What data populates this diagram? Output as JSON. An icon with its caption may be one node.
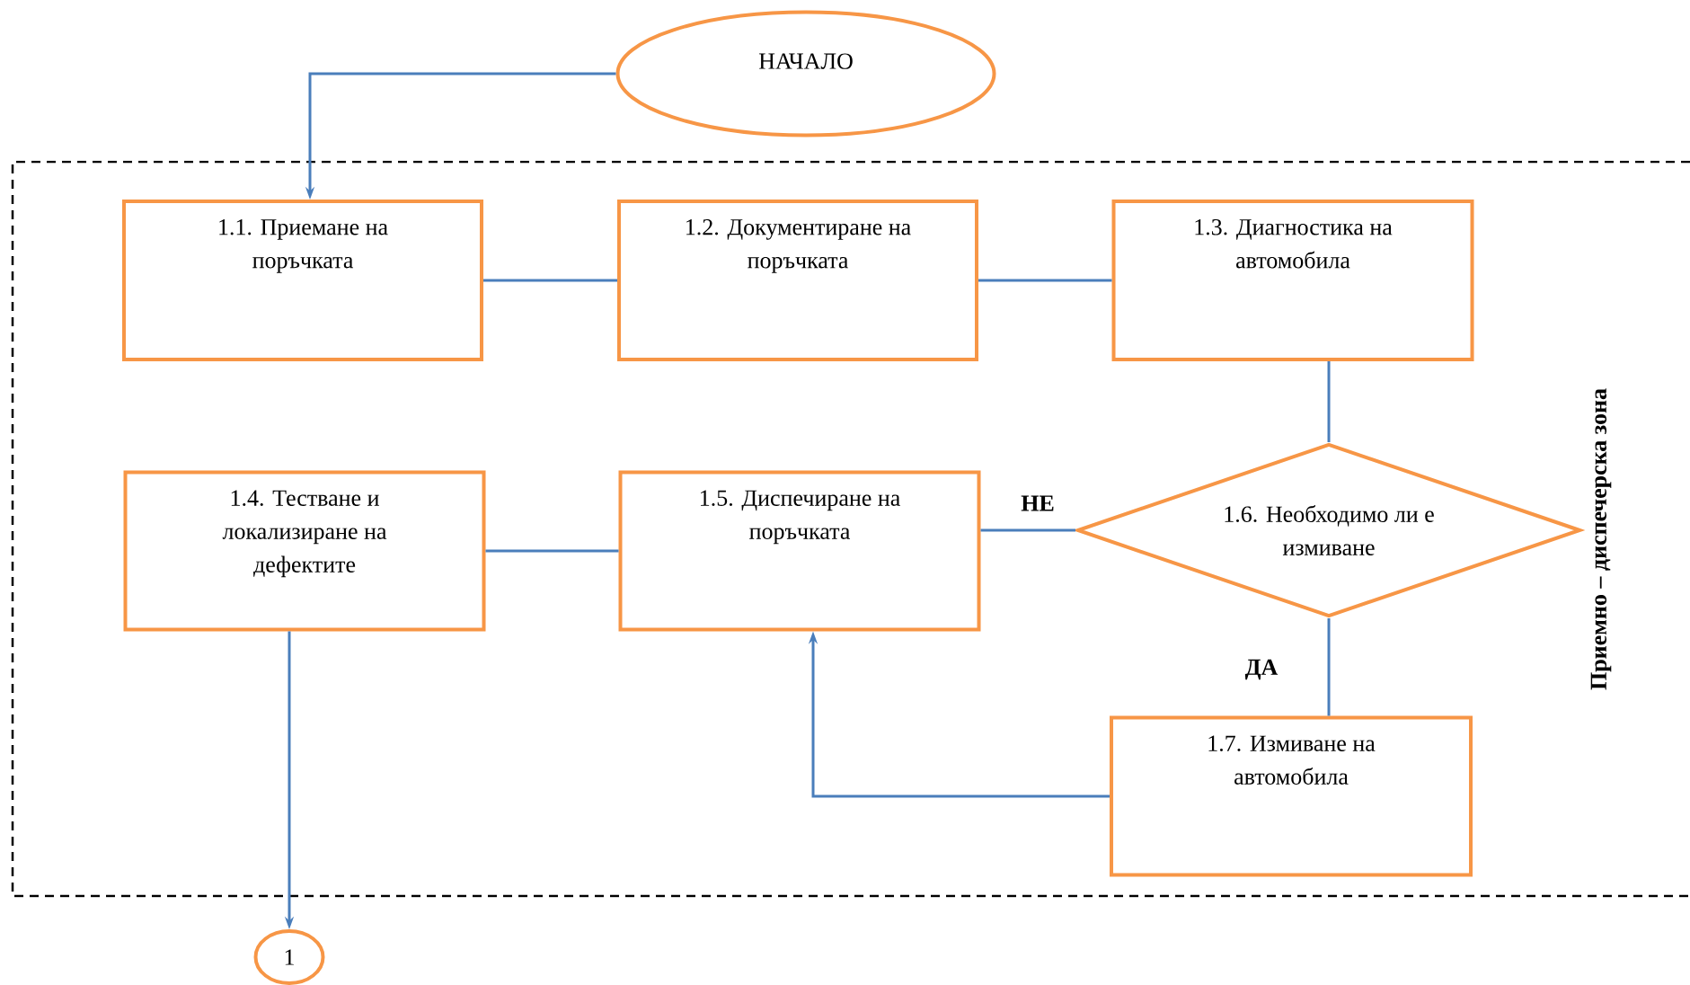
{
  "diagram": {
    "nodes": [
      {
        "text": [
          "НАЧАЛО"
        ]
      },
      {
        "text": [
          "Приемно – диспечерска зона"
        ]
      },
      {
        "text": [
          "1.1. Приемане на поръчката"
        ],
        "in": 1
      },
      {
        "text": [
          "1.2. Документиране на поръчката"
        ],
        "in": 1
      },
      {
        "text": [
          "1.3. Диагностика на автомобила"
        ],
        "in": 1
      },
      {
        "text": [
          "1.4. Тестване и локализиране на дефектите"
        ],
        "in": 1
      },
      {
        "text": [
          "1.5. Диспечиране на поръчката"
        ],
        "in": 1
      },
      {
        "text": [
          "1.6. Необходимо ли е измиване"
        ],
        "in": 1
      },
      {
        "text": [
          "1.7. Измиване на автомобила"
        ],
        "in": 1
      },
      {
        "text": [
          "1"
        ]
      }
    ],
    "edges": [
      {
        "from": 0,
        "to": 2,
        "arrow": "to"
      },
      {
        "from": 2,
        "to": 3,
        "arrow": "none"
      },
      {
        "from": 3,
        "to": 4,
        "arrow": "none"
      },
      {
        "from": 4,
        "to": 7,
        "arrow": "none"
      },
      {
        "from": 7,
        "to": 6,
        "arrow": "none",
        "label": "НЕ"
      },
      {
        "from": 7,
        "to": 8,
        "arrow": "none",
        "label": "ДА"
      },
      {
        "from": 8,
        "to": 6,
        "arrow": "to"
      },
      {
        "from": 6,
        "to": 5,
        "arrow": "none"
      },
      {
        "from": 5,
        "to": 9,
        "arrow": "to"
      }
    ]
  }
}
